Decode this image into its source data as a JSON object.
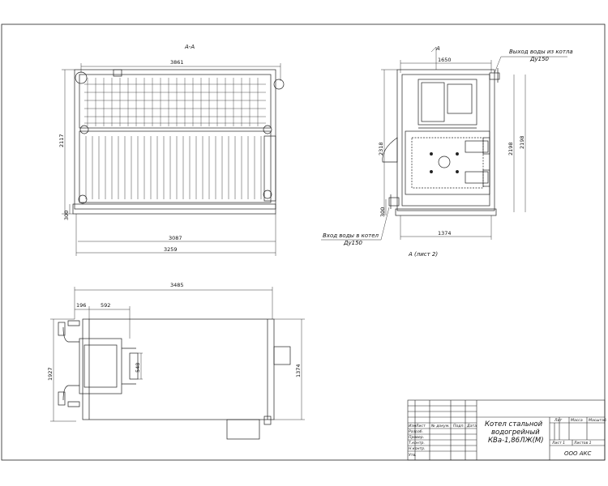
{
  "section_label": "А-А",
  "side_view": {
    "width_top": "3861",
    "width_base": "3087",
    "width_total": "3259",
    "height_total": "2117",
    "height_base": "300"
  },
  "front_view": {
    "section_arrow": "А",
    "width_top": "1650",
    "width_base": "1374",
    "height_left": "2318",
    "height_right_1": "2198",
    "height_right_2": "2198",
    "height_base": "300",
    "outlet_note_1": "Выход воды из котла",
    "outlet_note_2": "Ду150",
    "inlet_note_1": "Вход воды в котел",
    "inlet_note_2": "Ду150",
    "view_ref": "А (лист 2)"
  },
  "plan_view": {
    "width_total": "3485",
    "dim_a": "196",
    "dim_b": "592",
    "height_total": "1927",
    "height_right": "1374",
    "door_dim": "548"
  },
  "title_block": {
    "title_line1": "Котел стальной",
    "title_line2": "водогрейный",
    "title_line3": "КВа-1,86ЛЖ(М)",
    "col_lit": "Лит",
    "col_mass": "Масса",
    "col_scale": "Масштаб",
    "sheet": "Лист 1",
    "sheets": "Листов 1",
    "org": "ООО АКС",
    "row_izm": "Изм",
    "row_list": "Лист",
    "row_doc": "№ докум.",
    "row_sign": "Подп.",
    "row_date": "Дата",
    "row_razrab": "Разраб.",
    "row_prov": "Провер.",
    "row_tkontr": "Т.контр.",
    "row_nkontr": "Н.контр.",
    "row_utv": "Утв."
  }
}
